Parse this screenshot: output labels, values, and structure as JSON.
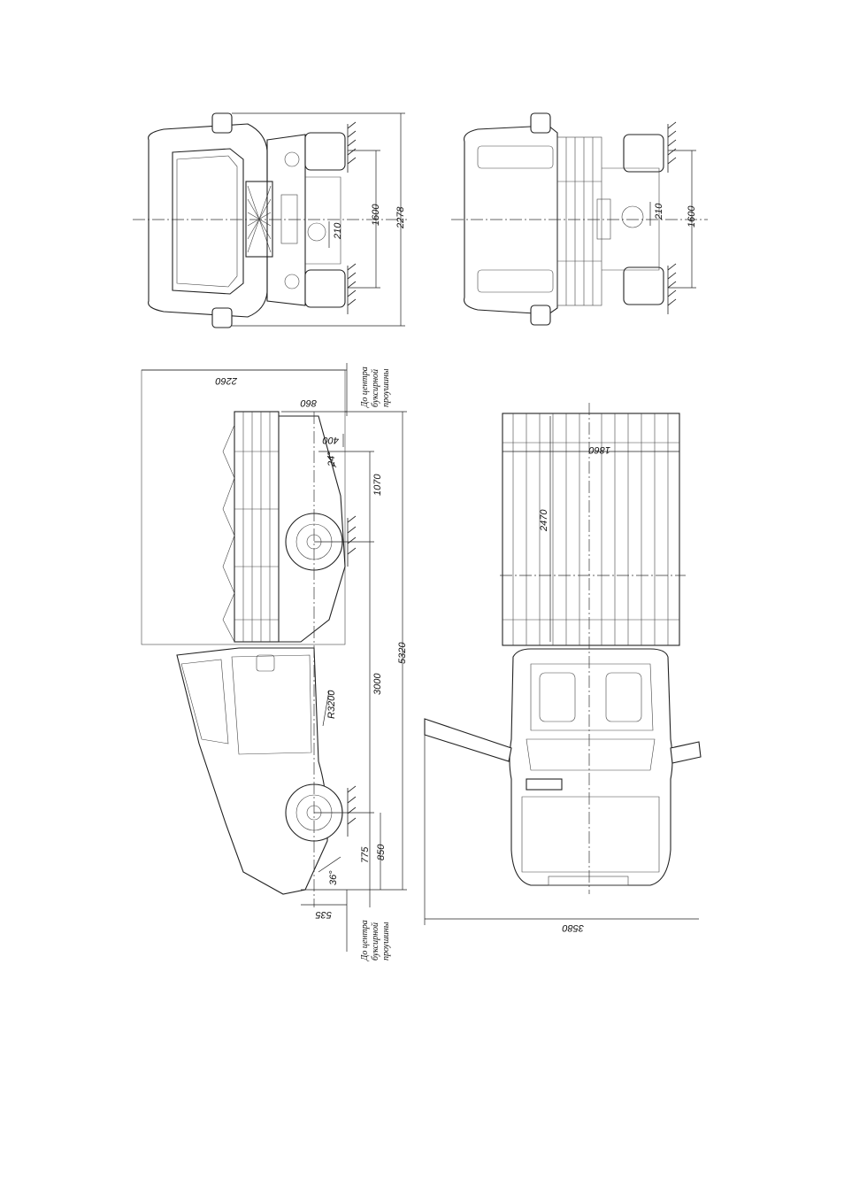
{
  "dimensions": {
    "front_track": "1600",
    "front_overall_width": "2278",
    "front_ground_clearance": "210",
    "rear_track": "1600",
    "rear_ground_clearance": "210",
    "body_overhang": "2260",
    "rear_overhang": "860",
    "hitch_offset": "400",
    "bed_over_axle": "1070",
    "wheelbase": "3000",
    "overall_length": "5320",
    "turn_radius": "R3200",
    "front_overhang": "775",
    "front_to_axle": "850",
    "front_angle": "36°",
    "front_hitch": "535",
    "rear_angle": "24°",
    "bed_length": "2470",
    "bed_width": "1860",
    "door_open_width": "3580"
  },
  "labels": {
    "rear_hitch_note_1": "До центра",
    "rear_hitch_note_2": "буксирной",
    "rear_hitch_note_3": "проушины",
    "front_hitch_note_1": "До центра",
    "front_hitch_note_2": "буксирной",
    "front_hitch_note_3": "проушины"
  }
}
